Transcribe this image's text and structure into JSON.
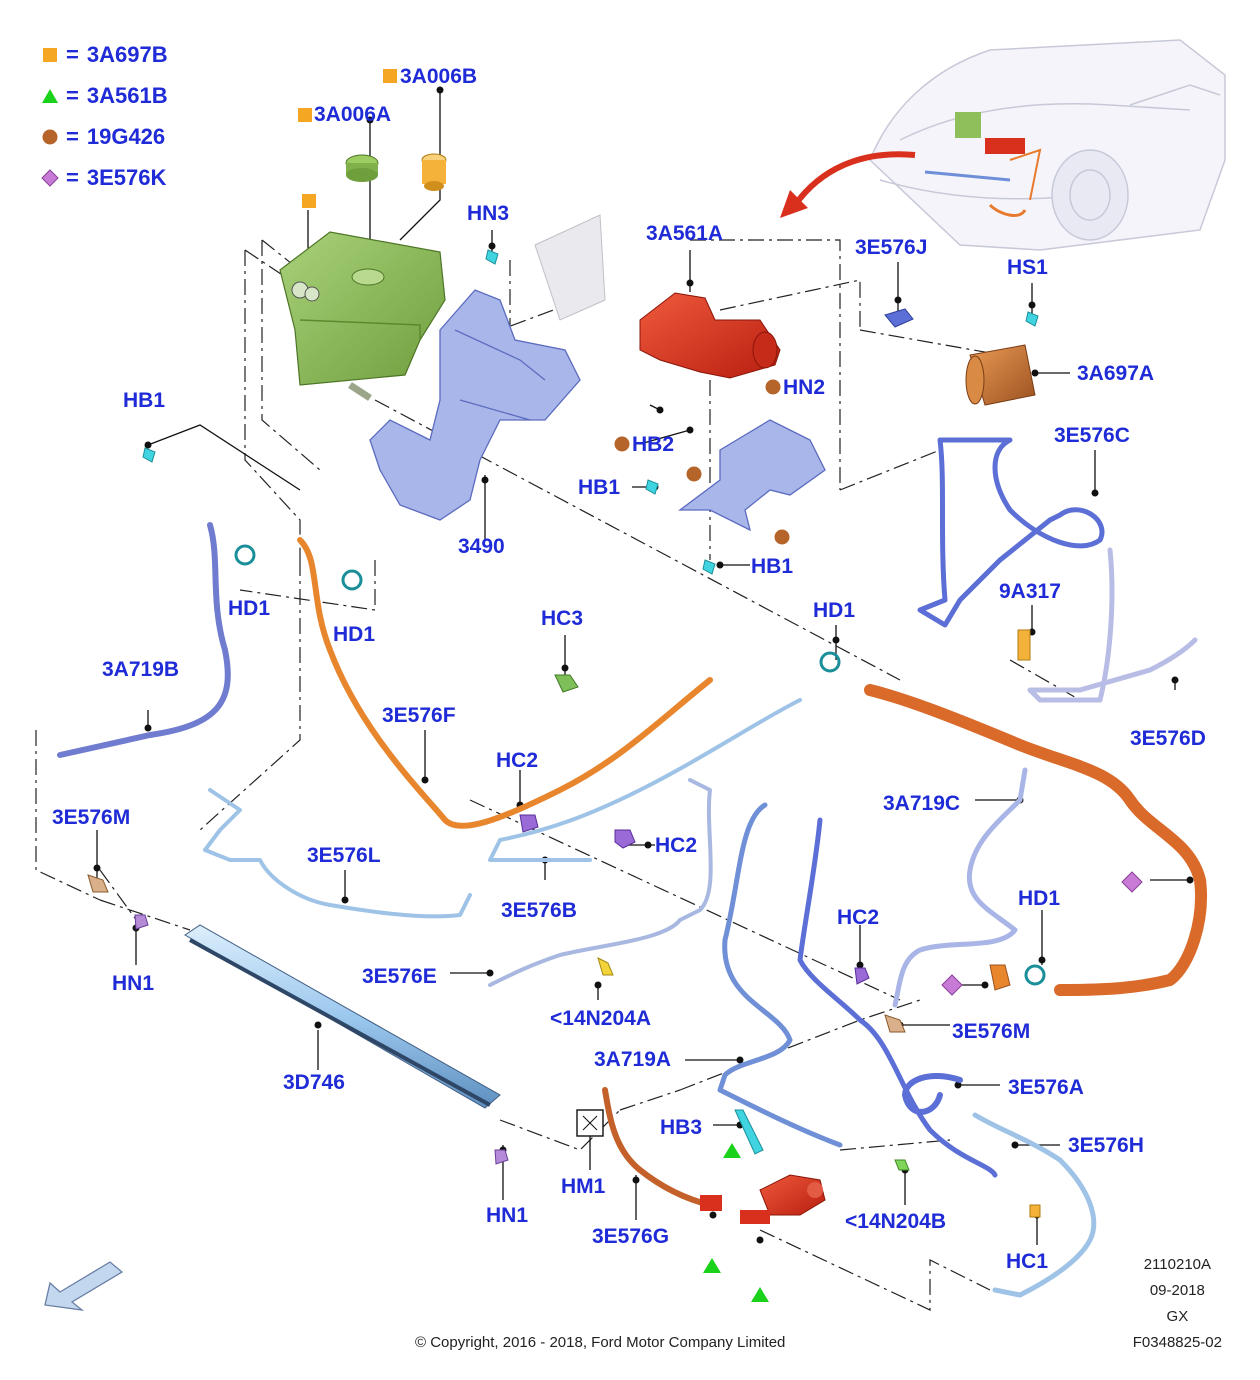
{
  "legend": [
    {
      "symbol": "orange-square",
      "equals": "=",
      "code": "3A697B"
    },
    {
      "symbol": "green-triangle",
      "equals": "=",
      "code": "3A561B"
    },
    {
      "symbol": "brown-circle",
      "equals": "=",
      "code": "19G426"
    },
    {
      "symbol": "purple-diamond",
      "equals": "=",
      "code": "3E576K"
    }
  ],
  "colors": {
    "label": "#1e2bd6",
    "orange_square": "#f5a623",
    "green_triangle": "#19d219",
    "brown_circle": "#b5652a",
    "purple_diamond": "#c77ad6",
    "reservoir": "#8fbf5a",
    "pump": "#d9301e",
    "bracket": "#7b8fd6",
    "orange_hose": "#e87a2e",
    "light_tube": "#9ec3e6",
    "arrow": "#d9301e"
  },
  "callouts": {
    "c3A006B": "3A006B",
    "c3A006A": "3A006A",
    "hn3": "HN3",
    "c3A561A": "3A561A",
    "c3E576J": "3E576J",
    "hs1": "HS1",
    "c3A697A": "3A697A",
    "hb1_left": "HB1",
    "hn2": "HN2",
    "hb2": "HB2",
    "hb1_mid": "HB1",
    "hb1_low": "HB1",
    "c3490": "3490",
    "c3E576C": "3E576C",
    "hd1_a": "HD1",
    "hd1_b": "HD1",
    "c9A317": "9A317",
    "hd1_c": "HD1",
    "hc3": "HC3",
    "c3A719B": "3A719B",
    "c3E576F": "3E576F",
    "c3E576D": "3E576D",
    "hc2_a": "HC2",
    "c3A719C": "3A719C",
    "hc2_b": "HC2",
    "c3E576M_a": "3E576M",
    "c3E576L": "3E576L",
    "c3E576B": "3E576B",
    "hd1_d": "HD1",
    "hn1_a": "HN1",
    "hc2_c": "HC2",
    "c3E576E": "3E576E",
    "c14N204A": "<14N204A",
    "c3E576M_b": "3E576M",
    "c3D746": "3D746",
    "c3A719A": "3A719A",
    "c3E576A": "3E576A",
    "hb3": "HB3",
    "c3E576H": "3E576H",
    "hm1": "HM1",
    "hn1_b": "HN1",
    "c3E576G": "3E576G",
    "c14N204B": "<14N204B",
    "hc1": "HC1"
  },
  "footer": {
    "copyright": "© Copyright, 2016 - 2018, Ford Motor Company Limited",
    "drawing_number": "2110210A",
    "date": "09-2018",
    "code": "GX",
    "figure_id": "F0348825-02"
  }
}
